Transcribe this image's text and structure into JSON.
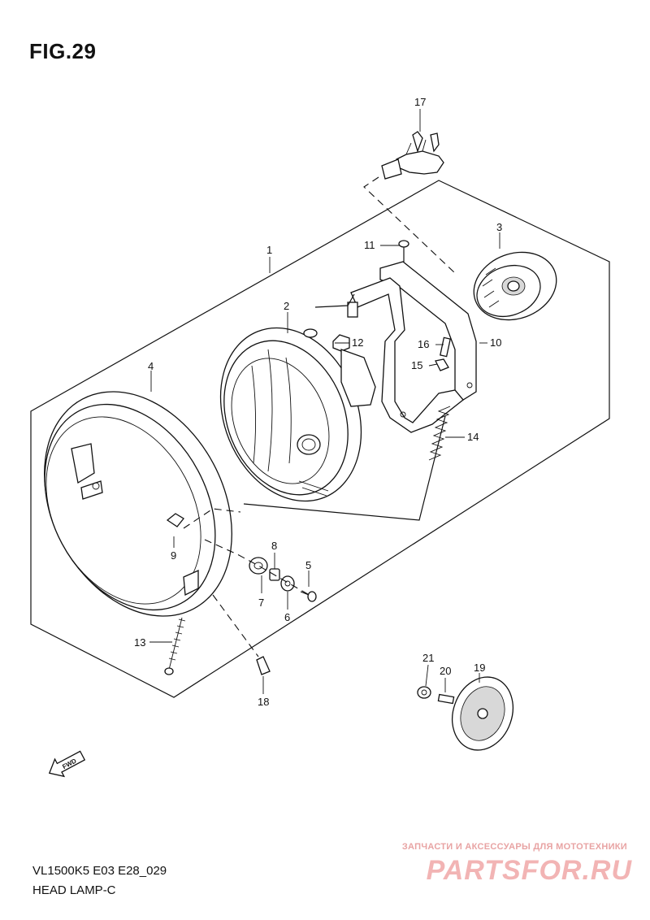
{
  "figure": {
    "title": "FIG.29",
    "model_code": "VL1500K5 E03 E28_029",
    "subtitle": "HEAD LAMP-C"
  },
  "parts": [
    {
      "number": "1",
      "icon": "housing-assembly-bracket"
    },
    {
      "number": "2",
      "icon": "lamp-unit"
    },
    {
      "number": "3",
      "icon": "socket-cover"
    },
    {
      "number": "4",
      "icon": "rim"
    },
    {
      "number": "5",
      "icon": "screw"
    },
    {
      "number": "6",
      "icon": "washer"
    },
    {
      "number": "7",
      "icon": "cushion"
    },
    {
      "number": "8",
      "icon": "spacer"
    },
    {
      "number": "9",
      "icon": "clip"
    },
    {
      "number": "10",
      "icon": "bracket"
    },
    {
      "number": "11",
      "icon": "screw"
    },
    {
      "number": "12",
      "icon": "nut"
    },
    {
      "number": "13",
      "icon": "adjust-screw"
    },
    {
      "number": "14",
      "icon": "spring"
    },
    {
      "number": "15",
      "icon": "clip"
    },
    {
      "number": "16",
      "icon": "pin"
    },
    {
      "number": "17",
      "icon": "bulb"
    },
    {
      "number": "18",
      "icon": "screw"
    },
    {
      "number": "19",
      "icon": "reflector"
    },
    {
      "number": "20",
      "icon": "bolt"
    },
    {
      "number": "21",
      "icon": "washer"
    }
  ],
  "direction_marker": {
    "text": "FWD",
    "icon": "forward-arrow-icon"
  },
  "watermark": {
    "tagline": "ЗАПЧАСТИ И АКСЕССУАРЫ ДЛЯ МОТОТЕХНИКИ",
    "logo": "PARTSFOR.RU"
  }
}
